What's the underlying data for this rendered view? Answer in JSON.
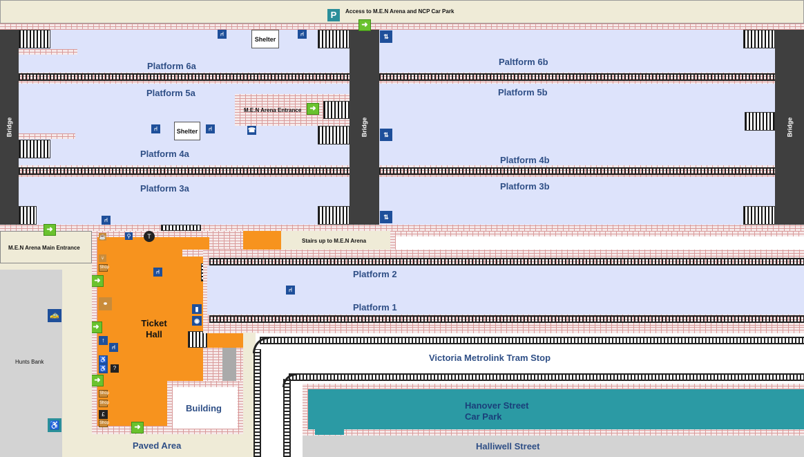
{
  "top_bar": {
    "access_label": "Access to M.E.N Arena and NCP Car Park",
    "parking_icon": "P"
  },
  "platforms": {
    "p6a": "Platform 6a",
    "p5a": "Platform 5a",
    "p4a": "Platform 4a",
    "p3a": "Platform 3a",
    "p6b": "Paltform 6b",
    "p5b": "Platform 5b",
    "p4b": "Platform 4b",
    "p3b": "Platform 3b",
    "p2": "Platform 2",
    "p1": "Platform 1"
  },
  "bridges": {
    "left": "Bridge",
    "middle": "Bridge",
    "right": "Bridge"
  },
  "shelters": {
    "top": "Shelter",
    "middle": "Shelter"
  },
  "entrances": {
    "men_arena": "M.E.N Arena Entrance",
    "men_arena_main": "M.E.N Arena Main Entrance"
  },
  "stairs_label": "Stairs up to M.E.N Arena",
  "ticket_hall": {
    "line1": "Ticket",
    "line2": "Hall"
  },
  "areas": {
    "hunts_bank": "Hunts Bank",
    "building": "Building",
    "paved_area": "Paved Area",
    "tram_stop": "Victoria Metrolink Tram Stop",
    "car_park_line1": "Hanover Street",
    "car_park_line2": "Car Park",
    "halliwell": "Halliwell Street"
  },
  "shop_label": "Shop",
  "colors": {
    "platform": "#dde3fb",
    "ticket_hall": "#f7931e",
    "car_park": "#2b9aa4",
    "bridge": "#3f3f3f",
    "exit": "#6ac22e",
    "icon": "#1e4f9a"
  }
}
